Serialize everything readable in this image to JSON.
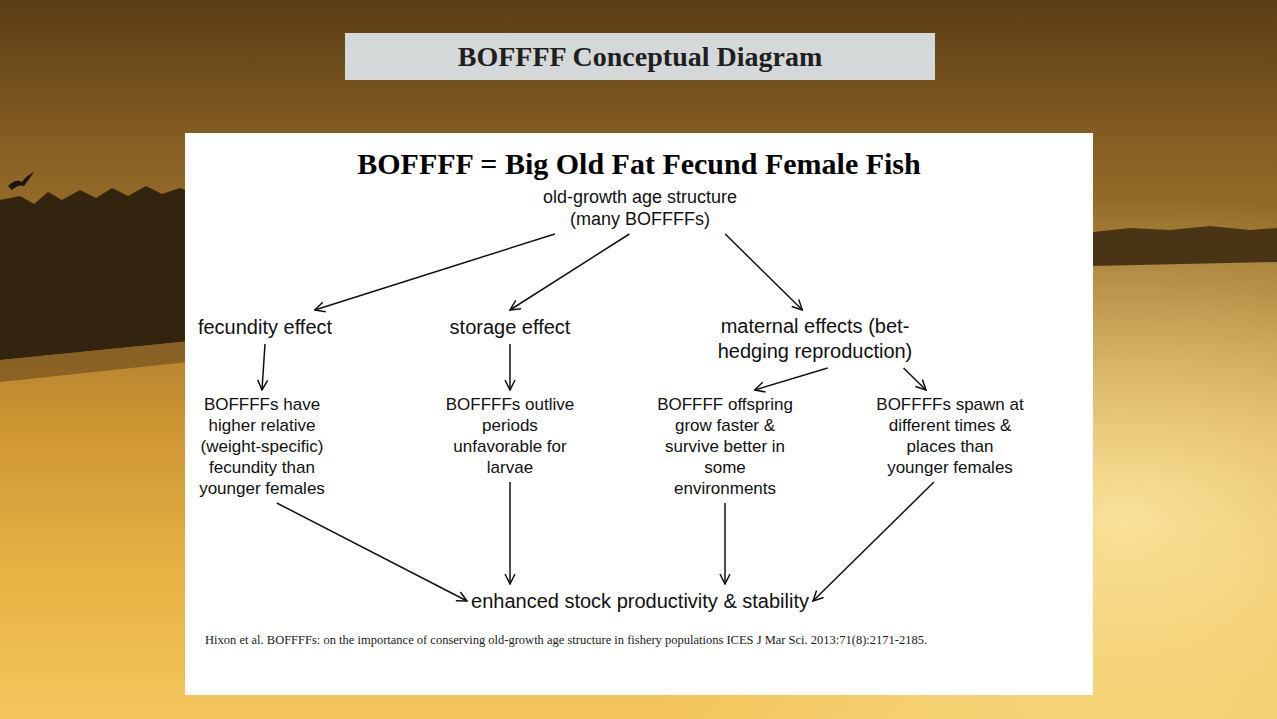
{
  "diagram": {
    "title": "BOFFFF Conceptual Diagram",
    "caption": "Hixon et al. BOFFFFs: on the importance of conserving old-growth age structure in fishery populations ICES J Mar Sci. 2013:71(8):2171-2185.",
    "nodes": [
      {
        "text": [
          "BOFFFF = Big Old Fat Fecund Female Fish"
        ]
      },
      {
        "text": [
          "old-growth age structure (many BOFFFFs)"
        ],
        "in": 0
      },
      {
        "text": [
          "fecundity effect"
        ],
        "in": 0
      },
      {
        "text": [
          "storage effect"
        ],
        "in": 0
      },
      {
        "text": [
          "maternal effects (bet-hedging reproduction)"
        ],
        "in": 0
      },
      {
        "text": [
          "BOFFFFs have higher relative (weight-specific) fecundity than younger females"
        ],
        "in": 0
      },
      {
        "text": [
          "BOFFFFs outlive periods unfavorable for larvae"
        ],
        "in": 0
      },
      {
        "text": [
          "BOFFFF offspring grow faster & survive better in some environments"
        ],
        "in": 0
      },
      {
        "text": [
          "BOFFFFs spawn at different times & places than younger females"
        ],
        "in": 0
      },
      {
        "text": [
          "enhanced stock productivity & stability"
        ],
        "in": 0
      }
    ],
    "edges": [
      {
        "from": 1,
        "to": 2,
        "arrow": "to"
      },
      {
        "from": 1,
        "to": 3,
        "arrow": "to"
      },
      {
        "from": 1,
        "to": 4,
        "arrow": "to"
      },
      {
        "from": 2,
        "to": 5,
        "arrow": "to"
      },
      {
        "from": 3,
        "to": 6,
        "arrow": "to"
      },
      {
        "from": 4,
        "to": 7,
        "arrow": "to"
      },
      {
        "from": 4,
        "to": 8,
        "arrow": "to"
      },
      {
        "from": 5,
        "to": 9,
        "arrow": "to"
      },
      {
        "from": 6,
        "to": 9,
        "arrow": "to"
      },
      {
        "from": 7,
        "to": 9,
        "arrow": "to"
      },
      {
        "from": 8,
        "to": 9,
        "arrow": "to"
      }
    ]
  }
}
